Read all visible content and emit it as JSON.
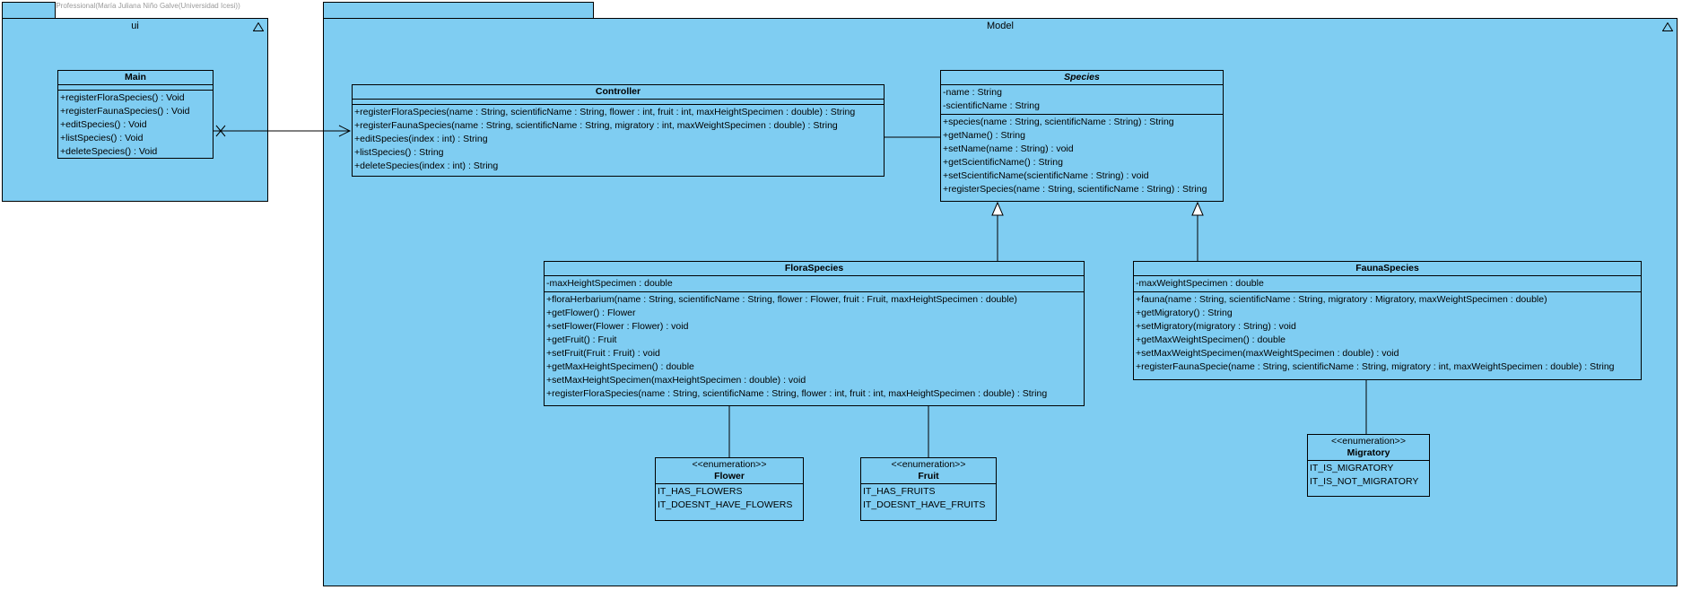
{
  "watermark": "Visual Paradigm Professional(María Juliana Niño Galve(Universidad Icesi))",
  "packages": {
    "ui": {
      "name": "ui"
    },
    "model": {
      "name": "Model"
    }
  },
  "classes": {
    "main": {
      "name": "Main",
      "attributes": [],
      "operations": [
        "+registerFloraSpecies() : Void",
        "+registerFaunaSpecies() : Void",
        "+editSpecies() : Void",
        "+listSpecies() : Void",
        "+deleteSpecies() : Void"
      ]
    },
    "controller": {
      "name": "Controller",
      "attributes": [],
      "operations": [
        "+registerFloraSpecies(name : String, scientificName : String, flower : int, fruit : int, maxHeightSpecimen : double) : String",
        "+registerFaunaSpecies(name : String, scientificName : String, migratory : int, maxWeightSpecimen : double) : String",
        "+editSpecies(index : int) : String",
        "+listSpecies() : String",
        "+deleteSpecies(index : int) : String"
      ]
    },
    "species": {
      "name": "Species",
      "attributes": [
        "-name : String",
        "-scientificName : String"
      ],
      "operations": [
        "+species(name : String, scientificName : String) : String",
        "+getName() : String",
        "+setName(name : String) : void",
        "+getScientificName() : String",
        "+setScientificName(scientificName : String) : void",
        "+registerSpecies(name : String, scientificName : String) : String"
      ]
    },
    "flora": {
      "name": "FloraSpecies",
      "attributes": [
        "-maxHeightSpecimen : double"
      ],
      "operations": [
        "+floraHerbarium(name : String, scientificName : String, flower : Flower, fruit : Fruit, maxHeightSpecimen : double)",
        "+getFlower() : Flower",
        "+setFlower(Flower : Flower) : void",
        "+getFruit() : Fruit",
        "+setFruit(Fruit : Fruit) : void",
        "+getMaxHeightSpecimen() : double",
        "+setMaxHeightSpecimen(maxHeightSpecimen : double) : void",
        "+registerFloraSpecies(name : String, scientificName : String, flower : int, fruit : int, maxHeightSpecimen : double) : String"
      ]
    },
    "fauna": {
      "name": "FaunaSpecies",
      "attributes": [
        "-maxWeightSpecimen : double"
      ],
      "operations": [
        "+fauna(name : String, scientificName : String, migratory : Migratory, maxWeightSpecimen : double)",
        "+getMigratory() : String",
        "+setMigratory(migratory : String) : void",
        "+getMaxWeightSpecimen() : double",
        "+setMaxWeightSpecimen(maxWeightSpecimen : double) : void",
        "+registerFaunaSpecie(name : String, scientificName : String, migratory : int, maxWeightSpecimen : double) : String"
      ]
    },
    "flower": {
      "stereotype": "<<enumeration>>",
      "name": "Flower",
      "literals": [
        "IT_HAS_FLOWERS",
        "IT_DOESNT_HAVE_FLOWERS"
      ]
    },
    "fruit": {
      "stereotype": "<<enumeration>>",
      "name": "Fruit",
      "literals": [
        "IT_HAS_FRUITS",
        "IT_DOESNT_HAVE_FRUITS"
      ]
    },
    "migratory": {
      "stereotype": "<<enumeration>>",
      "name": "Migratory",
      "literals": [
        "IT_IS_MIGRATORY",
        "IT_IS_NOT_MIGRATORY"
      ]
    }
  },
  "colors": {
    "fill": "#7fcdf2",
    "line": "#000000"
  }
}
